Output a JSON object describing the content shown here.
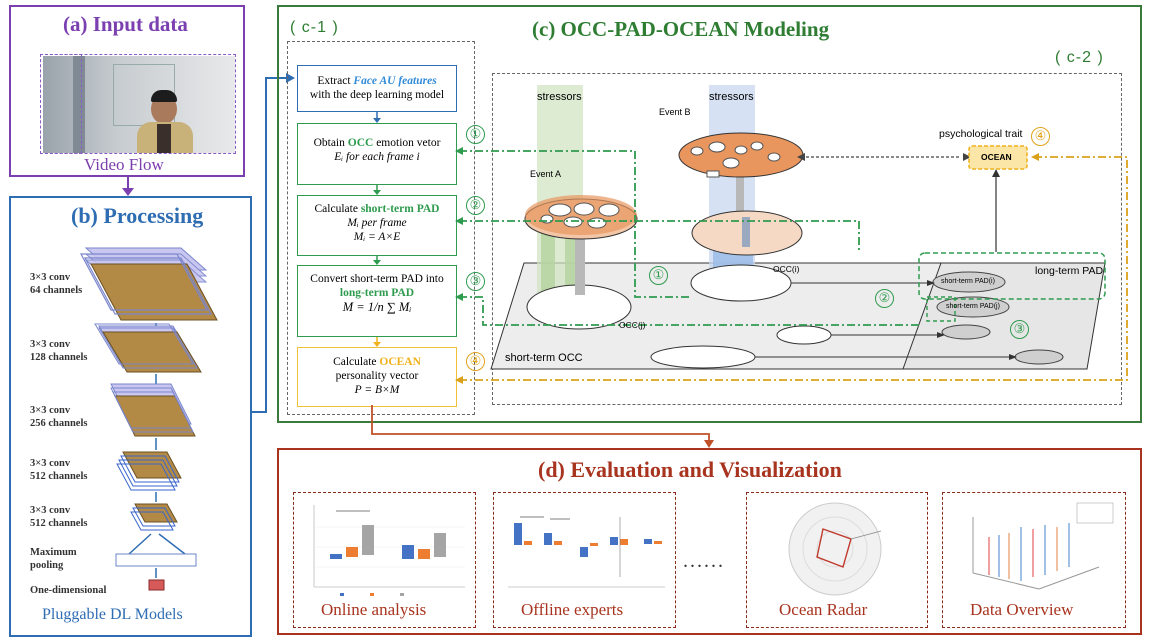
{
  "panels": {
    "input": {
      "title": "(a) Input data",
      "caption": "Video Flow"
    },
    "processing": {
      "title": "(b) Processing",
      "layers": [
        {
          "l1": "3×3 conv",
          "l2": "64 channels"
        },
        {
          "l1": "3×3 conv",
          "l2": "128 channels"
        },
        {
          "l1": "3×3 conv",
          "l2": "256 channels"
        },
        {
          "l1": "3×3 conv",
          "l2": "512 channels"
        },
        {
          "l1": "3×3 conv",
          "l2": "512 channels"
        }
      ],
      "pool_l1": "Maximum",
      "pool_l2": "pooling",
      "flat": "One-dimensional",
      "caption": "Pluggable DL Models"
    },
    "modeling": {
      "title": "(c) OCC-PAD-OCEAN Modeling",
      "c1_label": "( c-1 )",
      "c2_label": "( c-2 )",
      "steps": {
        "s1": {
          "t1": "Extract ",
          "t1_hl": "Face AU features",
          "t2": "with the deep learning model"
        },
        "s2": {
          "t1": "Obtain ",
          "t1_hl": "OCC",
          "t1_rest": " emotion vetor",
          "t2": "Eᵢ for each frame i"
        },
        "s3": {
          "t1": "Calculate ",
          "t1_hl": "short-term PAD",
          "t2": "Mᵢ per frame",
          "t3": "Mᵢ = A×E"
        },
        "s4": {
          "t1": "Convert short-term PAD  into",
          "t1_hl": "long-term PAD",
          "t2": "M = 1/n ∑ Mᵢ"
        },
        "s5": {
          "t1": "Calculate ",
          "t1_hl": "OCEAN",
          "t2": "personality vector",
          "t3": "P = B×M"
        }
      },
      "diagram": {
        "stressors_a": "stressors",
        "stressors_b": "stressors",
        "event_a": "Event A",
        "event_b": "Event B",
        "psych": "psychological trait",
        "ocean": "OCEAN",
        "occ_i": "OCC(i)",
        "occ_j": "OCC(j)",
        "lt_pad": "long-term PAD",
        "st_pad_i": "short-term PAD(i)",
        "st_pad_j": "short-term PAD(j)",
        "st_occ": "short-term OCC"
      },
      "markers": [
        "①",
        "②",
        "③",
        "④"
      ]
    },
    "evaluation": {
      "title": "(d) Evaluation and  Visualization",
      "dots": "......",
      "subs": [
        "Online analysis",
        "Offline experts",
        "Ocean Radar",
        "Data Overview"
      ]
    }
  },
  "colors": {
    "purple": "#7b3fb0",
    "blue": "#2f6db3",
    "green": "#2e7d32",
    "red": "#a8341f",
    "yellow": "#f0b11a"
  }
}
